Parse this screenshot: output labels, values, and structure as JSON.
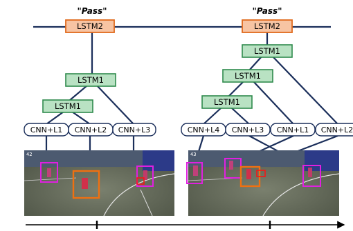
{
  "colors": {
    "line": "#1a2e5a",
    "lstm2_fill": "#f7c4a3",
    "lstm2_border": "#e06a1c",
    "lstm1_fill": "#b9e2c3",
    "lstm1_border": "#2f8a4c",
    "cnn_fill": "#ffffff",
    "cnn_border": "#1a2e5a",
    "box_magenta": "#e020e0",
    "box_orange": "#f07010",
    "box_red": "#ff1010"
  },
  "left": {
    "event_label": "\"Pass\"",
    "lstm2": "LSTM2",
    "lstm1_top": "LSTM1",
    "lstm1_low": "LSTM1",
    "cnn": [
      "CNN+L1",
      "CNN+L2",
      "CNN+L3"
    ],
    "frame_number": "42"
  },
  "right": {
    "event_label": "\"Pass\"",
    "lstm2": "LSTM2",
    "lstm1_a": "LSTM1",
    "lstm1_b": "LSTM1",
    "lstm1_c": "LSTM1",
    "cnn": [
      "CNN+L4",
      "CNN+L3",
      "CNN+L1",
      "CNN+L2"
    ],
    "frame_number": "43"
  }
}
